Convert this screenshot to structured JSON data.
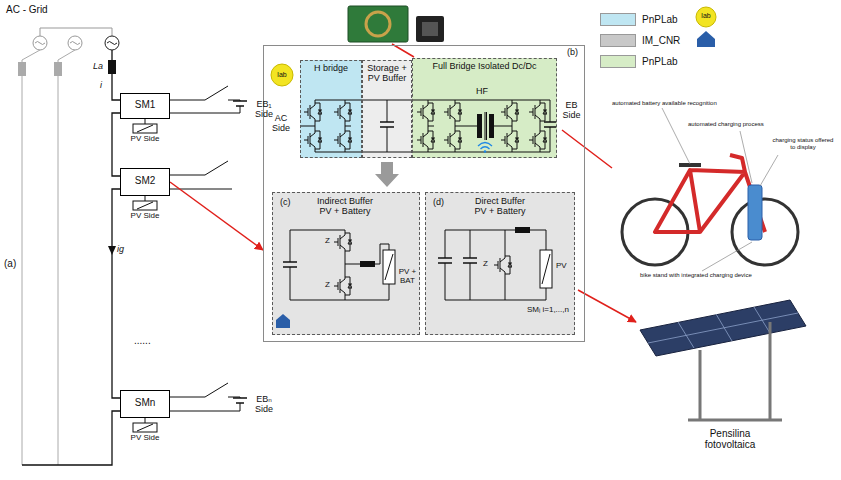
{
  "diagram": {
    "nodes": [
      {
        "text": [
          "SM1"
        ]
      },
      {
        "text": [
          "SM2"
        ]
      },
      {
        "text": [
          "SMn"
        ]
      },
      {
        "text": [
          "(b)"
        ]
      },
      {
        "text": [
          "H bridge"
        ],
        "in": 3
      },
      {
        "text": [
          "Storage + PV Buffer"
        ],
        "in": 3
      },
      {
        "text": [
          "Full Bridge Isolated Dc/Dc",
          "HF"
        ],
        "in": 3
      },
      {
        "text": [
          "(c)",
          "Indirect Buffer PV + Battery"
        ],
        "in": 3
      },
      {
        "text": [
          "(d)",
          "Direct Buffer PV + Battery"
        ],
        "in": 3
      }
    ],
    "edges": [
      {
        "from": 1,
        "to": 3,
        "arrow": "to"
      }
    ],
    "labels": [
      "AC - Grid",
      "La",
      "i",
      "PV Side",
      "EB₁ Side",
      "PV Side",
      "(a)",
      "ig",
      "......",
      "PV Side",
      "EBₙ Side",
      "lab",
      "AC Side",
      "EB Side",
      "Z",
      "Z",
      "PV + BAT",
      "Z",
      "PV",
      "SMᵢ i=1,...,n",
      "automated battery available recognition",
      "automated charging process",
      "charging status offered to display",
      "bike stand with integrated charging device",
      "Pensilina fotovoltaica",
      "lab"
    ],
    "legend": [
      {
        "text": "PnPLab",
        "color": "#bfe6f2"
      },
      {
        "text": "IM_CNR",
        "color": "#c8c8c8"
      },
      {
        "text": "PnPLab",
        "color": "#d6ecc6"
      }
    ]
  }
}
